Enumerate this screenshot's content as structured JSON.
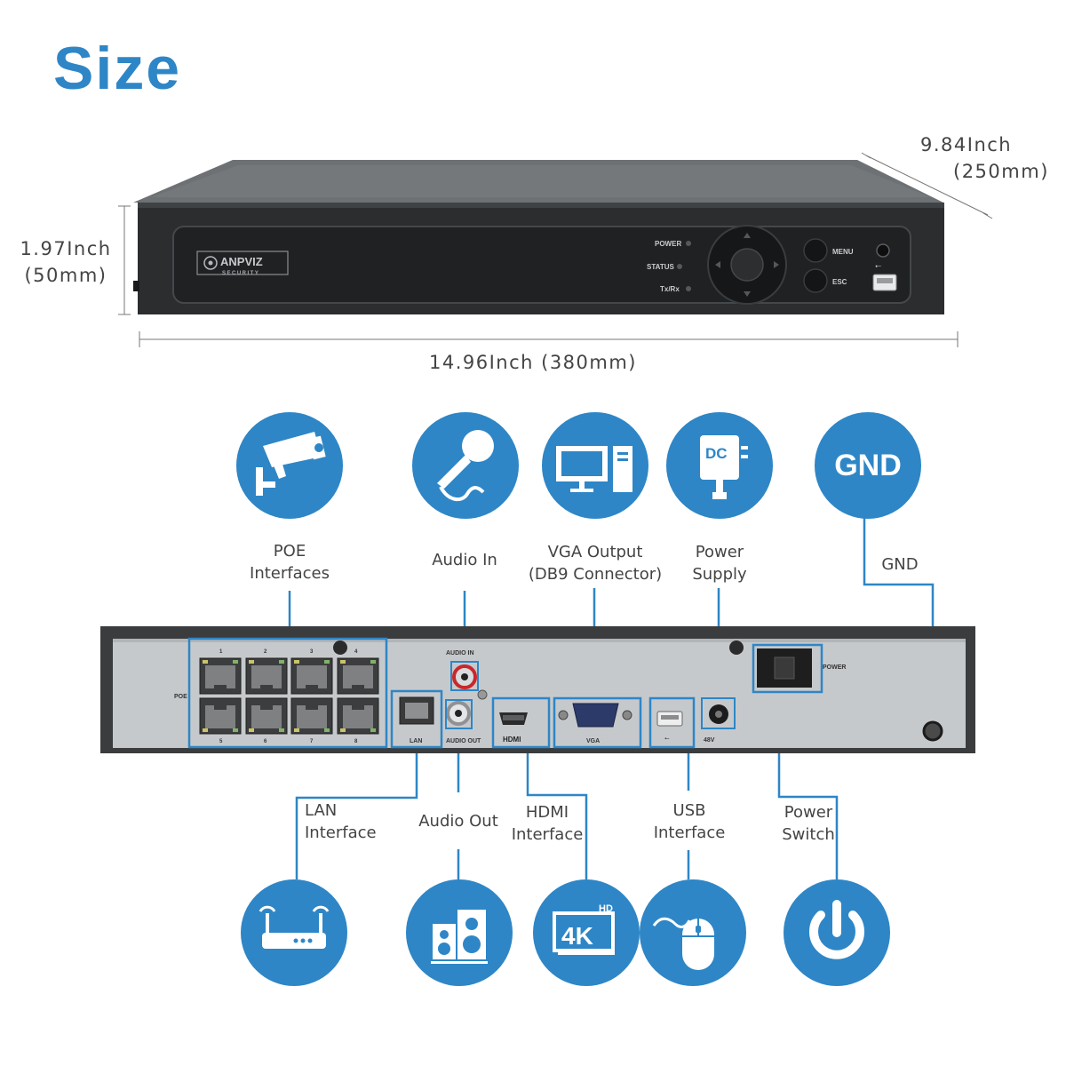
{
  "title": "Size",
  "dimensions": {
    "depth_in": "9.84Inch",
    "depth_mm": "(250mm)",
    "height_in": "1.97Inch",
    "height_mm": "(50mm)",
    "width": "14.96Inch (380mm)"
  },
  "front_panel": {
    "brand": "ANPVIZ",
    "brand_sub": "SECURITY",
    "led_power": "POWER",
    "led_status": "STATUS",
    "led_txrx": "Tx/Rx",
    "btn_menu": "MENU",
    "btn_esc": "ESC"
  },
  "back_panel": {
    "poe": "POE",
    "lan": "LAN",
    "audio_in": "AUDIO IN",
    "audio_out": "AUDIO OUT",
    "hdmi": "HDMI",
    "vga": "VGA",
    "dc": "48V",
    "power": "POWER",
    "port_numbers": [
      "1",
      "2",
      "3",
      "4",
      "5",
      "6",
      "7",
      "8"
    ]
  },
  "top_labels": {
    "poe_1": "POE",
    "poe_2": "Interfaces",
    "audio_in": "Audio In",
    "vga_1": "VGA Output",
    "vga_2": "(DB9 Connector)",
    "power_1": "Power",
    "power_2": "Supply",
    "gnd": "GND"
  },
  "bottom_labels": {
    "lan_1": "LAN",
    "lan_2": "Interface",
    "audio_out": "Audio Out",
    "hdmi_1": "HDMI",
    "hdmi_2": "Interface",
    "usb_1": "USB",
    "usb_2": "Interface",
    "switch_1": "Power",
    "switch_2": "Switch"
  },
  "icons": {
    "gnd_text": "GND",
    "dc_text": "DC",
    "hd_text": "HD",
    "k4_text": "4K"
  },
  "colors": {
    "accent": "#2e86c6",
    "device_front": "#2a2c2e",
    "device_top": "#6a6d70",
    "back_plate": "#c4c7ca",
    "line": "#2e86c6"
  }
}
